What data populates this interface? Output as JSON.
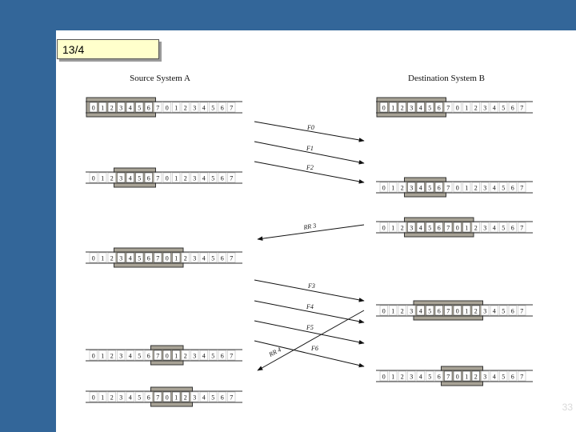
{
  "slide": {
    "label": "13/4",
    "page_number": "33"
  },
  "diagram": {
    "source_title": "Source System A",
    "destination_title": "Destination System B",
    "sequence_digits": [
      "0",
      "1",
      "2",
      "3",
      "4",
      "5",
      "6",
      "7",
      "0",
      "1",
      "2",
      "3",
      "4",
      "5",
      "6",
      "7"
    ],
    "source_rows": [
      {
        "window_start": 0,
        "window_end": 6
      },
      {
        "window_start": 3,
        "window_end": 6
      },
      {
        "window_start": 3,
        "window_end": 9
      },
      {
        "window_start": 7,
        "window_end": 9
      },
      {
        "window_start": 7,
        "window_end": 10
      }
    ],
    "destination_rows": [
      {
        "window_start": 0,
        "window_end": 6
      },
      {
        "window_start": 3,
        "window_end": 6
      },
      {
        "window_start": 3,
        "window_end": 9
      },
      {
        "window_start": 4,
        "window_end": 10
      },
      {
        "window_start": 7,
        "window_end": 10
      }
    ],
    "messages": [
      "F0",
      "F1",
      "F2",
      "RR 3",
      "F3",
      "F4",
      "F5",
      "F6",
      "RR 4"
    ]
  }
}
